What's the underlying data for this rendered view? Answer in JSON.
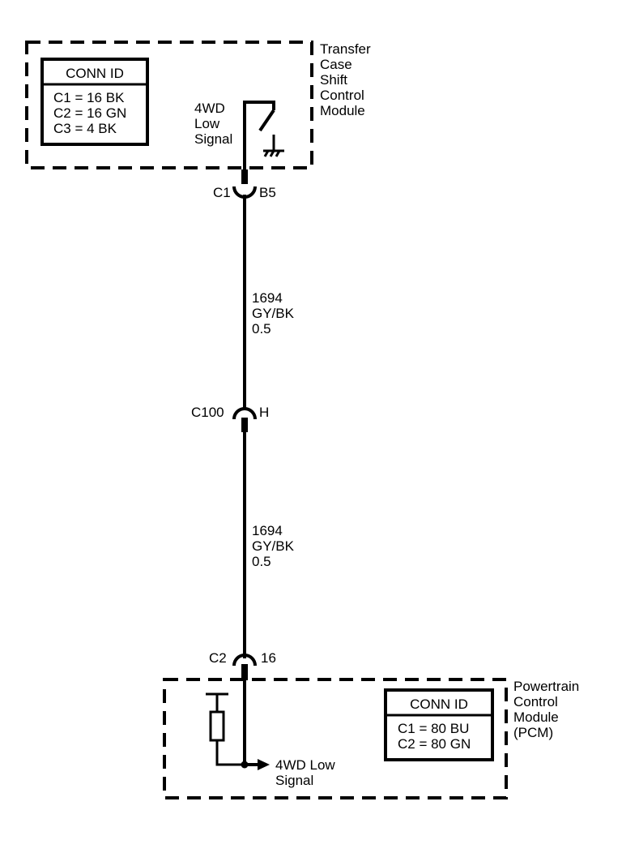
{
  "tcscm": {
    "name_lines": [
      "Transfer",
      "Case",
      "Shift",
      "Control",
      "Module"
    ],
    "conn_title": "CONN ID",
    "conn_rows": [
      "C1 = 16 BK",
      "C2 = 16 GN",
      "C3 = 4 BK"
    ],
    "switch_label_lines": [
      "4WD",
      "Low",
      "Signal"
    ]
  },
  "connector_top": {
    "id": "C1",
    "pin": "B5"
  },
  "wire_upper": {
    "circuit": "1694",
    "color": "GY/BK",
    "gauge": "0.5"
  },
  "connector_mid": {
    "id": "C100",
    "pin": "H"
  },
  "wire_lower": {
    "circuit": "1694",
    "color": "GY/BK",
    "gauge": "0.5"
  },
  "connector_bottom": {
    "id": "C2",
    "pin": "16"
  },
  "pcm": {
    "name_lines": [
      "Powertrain",
      "Control",
      "Module",
      "(PCM)"
    ],
    "conn_title": "CONN ID",
    "conn_rows": [
      "C1 = 80 BU",
      "C2 = 80 GN"
    ],
    "signal_label_lines": [
      "4WD Low",
      "Signal"
    ]
  }
}
